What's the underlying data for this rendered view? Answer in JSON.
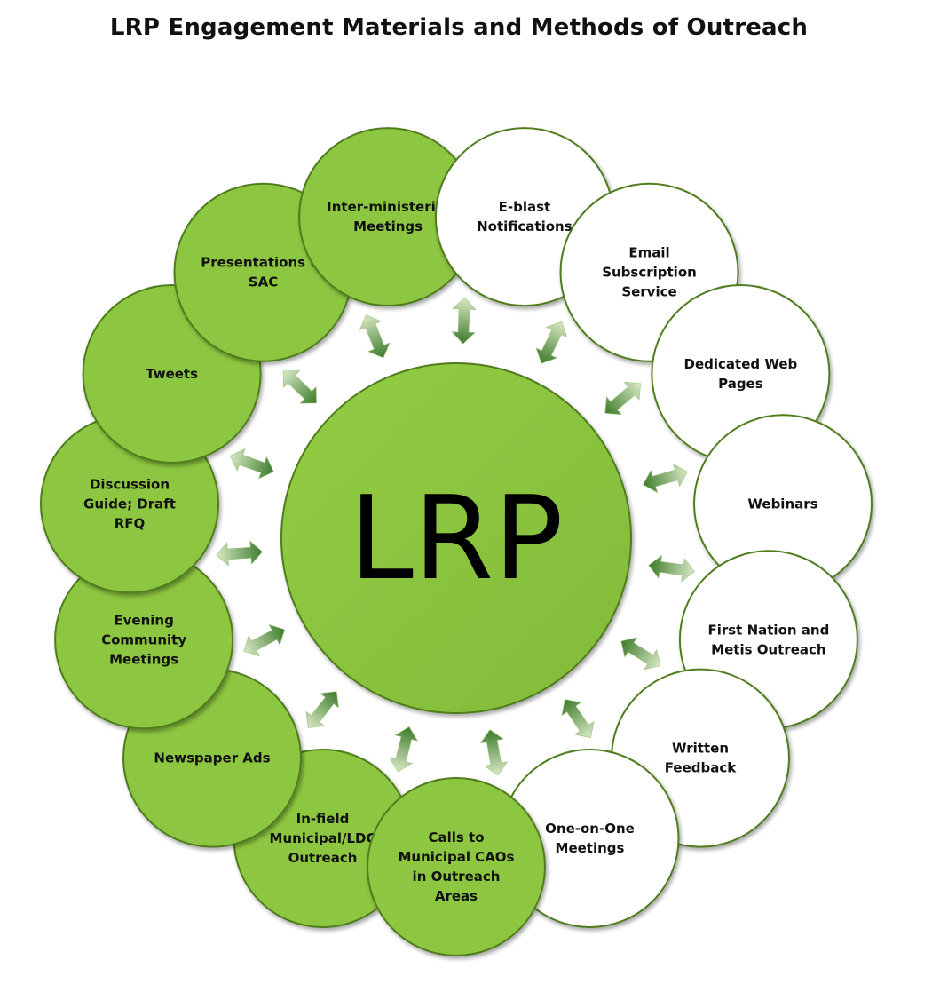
{
  "title": "LRP Engagement Materials and Methods of Outreach",
  "center": {
    "label": "LRP"
  },
  "colors": {
    "green_fill": "#8dc63f",
    "white_fill": "#ffffff",
    "outline": "#4f7c1c",
    "arrow_dark": "#3b7a2a",
    "arrow_light": "#d7e8c4"
  },
  "nodes": [
    {
      "id": "e-blast-notifications",
      "lines": [
        "E-blast",
        "Notifications"
      ],
      "fill": "white"
    },
    {
      "id": "email-subscription-service",
      "lines": [
        "Email",
        "Subscription",
        "Service"
      ],
      "fill": "white"
    },
    {
      "id": "dedicated-web-pages",
      "lines": [
        "Dedicated Web",
        "Pages"
      ],
      "fill": "white"
    },
    {
      "id": "webinars",
      "lines": [
        "Webinars"
      ],
      "fill": "white"
    },
    {
      "id": "first-nation-metis-outreach",
      "lines": [
        "First Nation and",
        "Metis Outreach"
      ],
      "fill": "white"
    },
    {
      "id": "written-feedback",
      "lines": [
        "Written",
        "Feedback"
      ],
      "fill": "white"
    },
    {
      "id": "one-on-one-meetings",
      "lines": [
        "One-on-One",
        "Meetings"
      ],
      "fill": "white"
    },
    {
      "id": "calls-to-municipal-caos",
      "lines": [
        "Calls to",
        "Municipal CAOs",
        "in Outreach",
        "Areas"
      ],
      "fill": "green"
    },
    {
      "id": "in-field-municipal-ldc-outreach",
      "lines": [
        "In-field",
        "Municipal/LDC",
        "Outreach"
      ],
      "fill": "green"
    },
    {
      "id": "newspaper-ads",
      "lines": [
        "Newspaper Ads"
      ],
      "fill": "green"
    },
    {
      "id": "evening-community-meetings",
      "lines": [
        "Evening",
        "Community",
        "Meetings"
      ],
      "fill": "green"
    },
    {
      "id": "discussion-guide-draft-rfq",
      "lines": [
        "Discussion",
        "Guide; Draft",
        "RFQ"
      ],
      "fill": "green"
    },
    {
      "id": "tweets",
      "lines": [
        "Tweets"
      ],
      "fill": "green"
    },
    {
      "id": "presentations-to-sac",
      "lines": [
        "Presentations to",
        "SAC"
      ],
      "fill": "green"
    },
    {
      "id": "inter-ministerial-meetings",
      "lines": [
        "Inter-ministerial",
        "Meetings"
      ],
      "fill": "green"
    }
  ]
}
